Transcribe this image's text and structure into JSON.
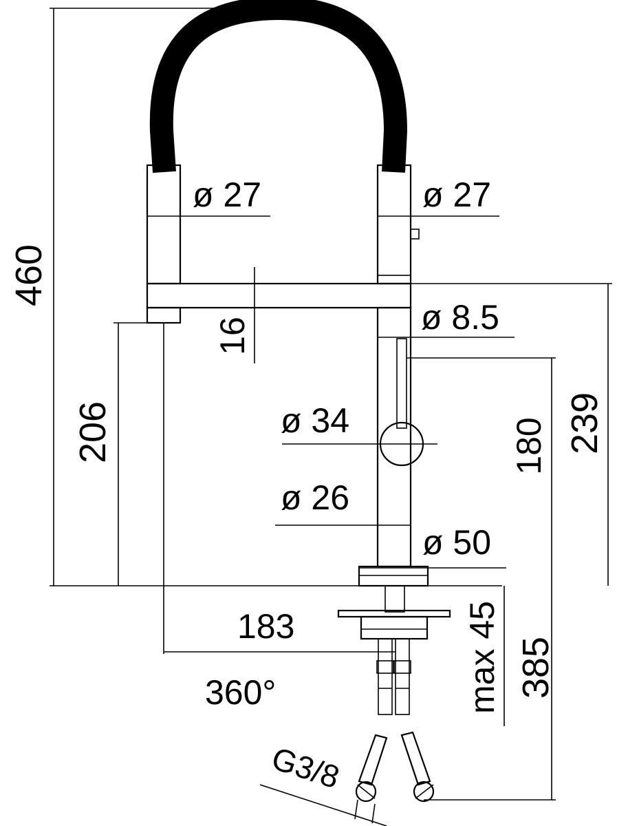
{
  "colors": {
    "line": "#000000",
    "hose": "#000000",
    "background": "#ffffff"
  },
  "dimensions": {
    "height_total": "460",
    "dia_left_column": "ø 27",
    "dia_right_column": "ø 27",
    "bar_thickness": "16",
    "dia_side_lever": "ø 8.5",
    "height_outlet": "206",
    "dia_lever_knob": "ø 34",
    "height_lever": "180",
    "height_bar": "239",
    "dia_body": "ø 26",
    "dia_base": "ø 50",
    "reach": "183",
    "rotation": "360°",
    "max_deck_thickness": "max 45",
    "below_deck_length": "385",
    "connection_thread": "G3/8"
  }
}
